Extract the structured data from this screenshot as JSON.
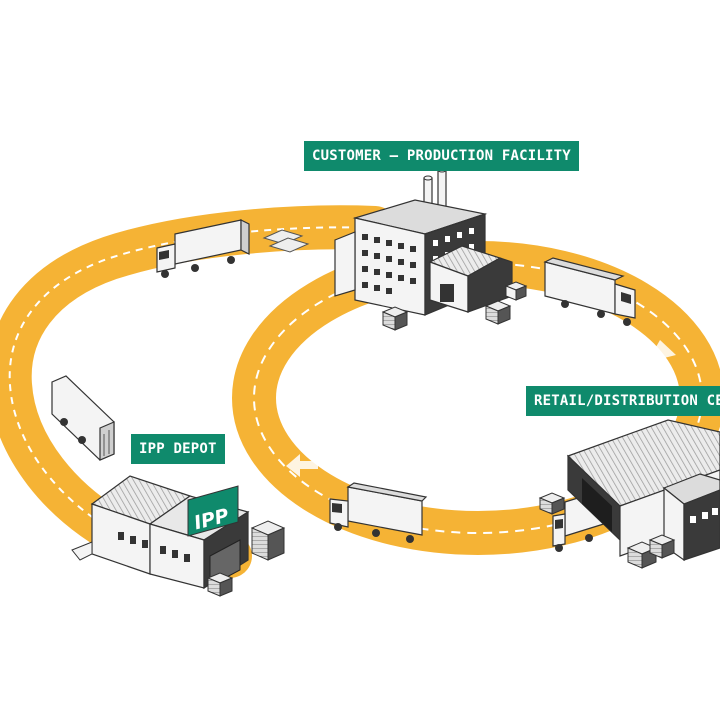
{
  "labels": {
    "customer_facility": "CUSTOMER – PRODUCTION FACILITY",
    "ipp_depot": "IPP DEPOT",
    "retail_center": "RETAIL/DISTRIBUTION CE"
  },
  "depot_logo": "IPP",
  "colors": {
    "road": "#f5b335",
    "label_bg": "#0f8a6c",
    "label_text": "#ffffff",
    "building_dark": "#333333",
    "building_light": "#f4f4f4"
  }
}
